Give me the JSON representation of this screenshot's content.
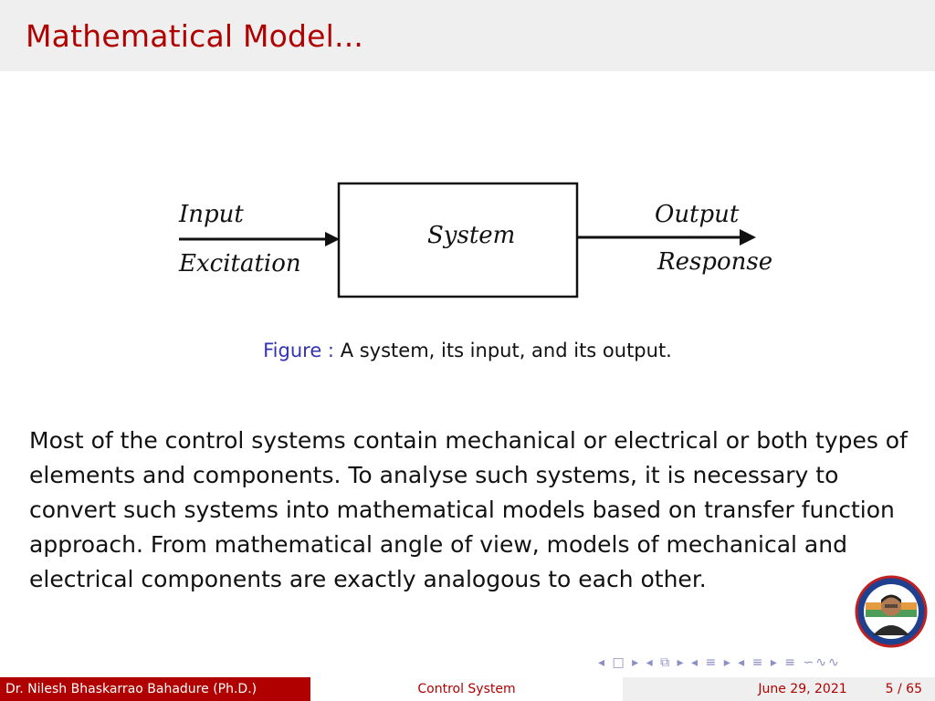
{
  "slide": {
    "title": "Mathematical Model...",
    "diagram": {
      "input_label": "Input",
      "input_sublabel": "Excitation",
      "system_label": "System",
      "output_label": "Output",
      "output_sublabel": "Response"
    },
    "caption": {
      "label": "Figure :",
      "text": "A system, its input, and its output."
    },
    "body": "Most of the control systems contain mechanical or electrical or both types of elements and components. To analyse such systems, it is necessary to convert such systems into mathematical models based on transfer function approach. From mathematical angle of view, models of mechanical and electrical components are exactly analogous to each other."
  },
  "footer": {
    "author": "Dr. Nilesh Bhaskarrao Bahadure (Ph.D.)",
    "course": "Control System",
    "date": "June 29, 2021",
    "page": "5 / 65"
  },
  "navigation": {
    "symbols": "◂ □ ▸ ◂ ⧉ ▸ ◂ ≡ ▸ ◂ ≡ ▸   ≡   ∽∿∿"
  },
  "colors": {
    "title": "#b00000",
    "title_bar": "#efefef",
    "caption_label": "#3333b3",
    "footer_left_bg": "#b00000",
    "footer_text": "#b00000"
  }
}
